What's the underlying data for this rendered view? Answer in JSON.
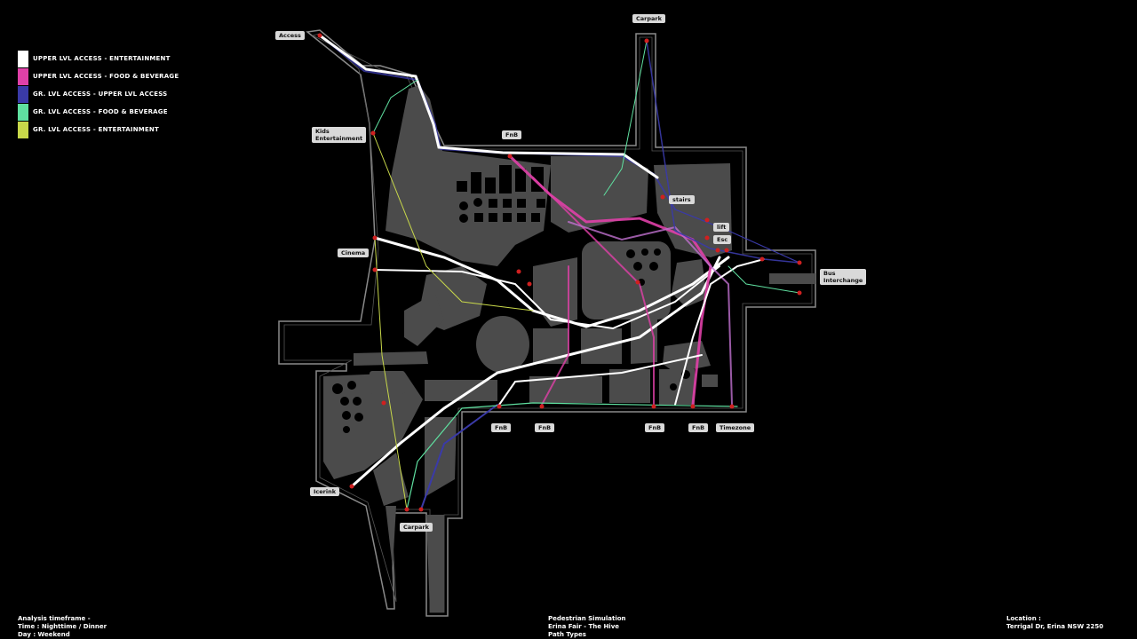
{
  "legend": [
    {
      "label": "UPPER LVL ACCESS - ENTERTAINMENT",
      "color": "#ffffff"
    },
    {
      "label": "UPPER LVL ACCESS - FOOD & BEVERAGE",
      "color": "#e040a8"
    },
    {
      "label": "GR. LVL ACCESS  - UPPER LVL ACCESS",
      "color": "#3a3aa8"
    },
    {
      "label": "GR. LVL ACCESS - FOOD & BEVERAGE",
      "color": "#5fe0a0"
    },
    {
      "label": "GR. LVL ACCESS - ENTERTAINMENT",
      "color": "#c8d84a"
    }
  ],
  "map_labels": {
    "access": "Access",
    "carpark_top": "Carpark",
    "kids": "Kids\nEntertainment",
    "fnb_top": "FnB",
    "stairs": "stairs",
    "lift": "lift",
    "esc": "Esc",
    "cinema": "Cinema",
    "bus": "Bus\nInterchange",
    "fnb1": "FnB",
    "fnb2": "FnB",
    "fnb3": "FnB",
    "fnb4": "FnB",
    "timezone": "Timezone",
    "icerink": "Icerink",
    "carpark_bottom": "Carpark"
  },
  "footer": {
    "left": [
      "Analysis timeframe -",
      "Time : Nighttime / Dinner",
      "Day  : Weekend"
    ],
    "center": [
      "Pedestrian Simulation",
      "Erina Fair - The Hive",
      "Path Types"
    ],
    "right": [
      "Location :",
      "Terrigal Dr, Erina NSW 2250"
    ]
  }
}
